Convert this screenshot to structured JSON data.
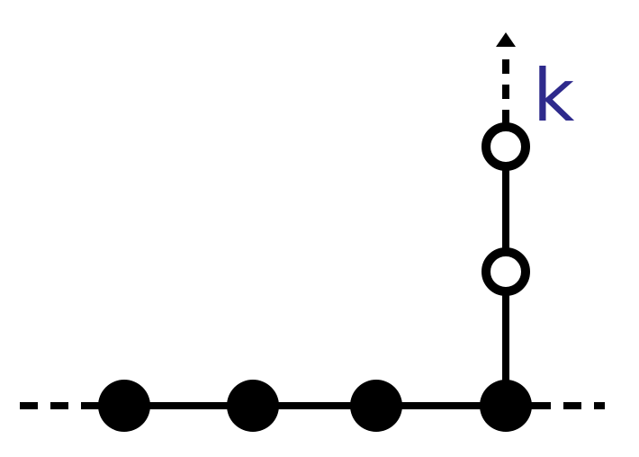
{
  "diagram": {
    "label_k": "k",
    "colors": {
      "line": "#000000",
      "filled_node": "#000000",
      "open_node_fill": "#ffffff",
      "label": "#2e2a8c"
    },
    "horizontal_chain": {
      "filled_nodes": 4,
      "ends": "dashed"
    },
    "vertical_branch": {
      "open_nodes": 2,
      "end": "dashed-arrow-up"
    }
  }
}
